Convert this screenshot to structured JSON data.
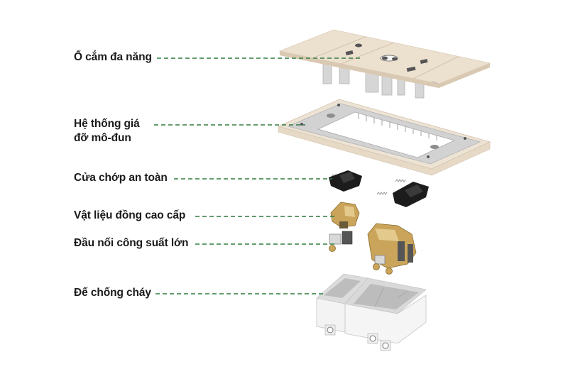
{
  "diagram": {
    "type": "exploded-view",
    "subject": "wall-socket",
    "leader_color": "#2e7d3e",
    "labels": [
      {
        "id": "universal-socket",
        "lines": [
          "Ổ cắm đa năng"
        ]
      },
      {
        "id": "module-frame",
        "lines": [
          "Hệ thống giá",
          "đỡ mô-đun"
        ]
      },
      {
        "id": "safety-shutter",
        "lines": [
          "Cửa chớp an toàn"
        ]
      },
      {
        "id": "premium-copper",
        "lines": [
          "Vật liệu đồng cao cấp"
        ]
      },
      {
        "id": "high-power-terminal",
        "lines": [
          "Đầu nối công suất lớn"
        ]
      },
      {
        "id": "fire-resistant-base",
        "lines": [
          "Đế chống cháy"
        ]
      }
    ],
    "colors": {
      "plate": "#ece0cf",
      "plate_edge": "#d9c9b2",
      "frame_gray": "#c8c8c8",
      "shutter": "#1c1c1c",
      "copper": "#c9a45a",
      "base": "#ececec"
    }
  }
}
